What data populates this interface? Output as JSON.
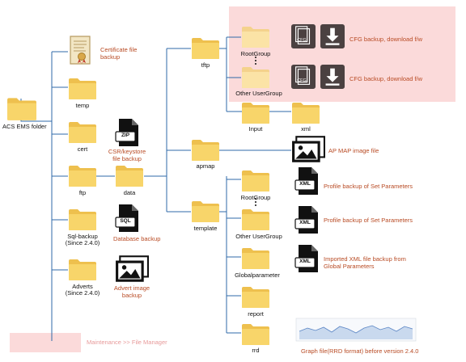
{
  "root": {
    "label": "ACS EMS folder"
  },
  "folders": {
    "certificate_note": "Certificate file\nbackup",
    "temp": "temp",
    "cert": "cert",
    "cert_note": "CSR/keystore\nfile backup",
    "ftp": "ftp",
    "data": "data",
    "sql_backup": "Sql-backup\n(Since 2.4.0)",
    "sql_note": "Database backup",
    "adverts": "Adverts\n(Since 2.4.0)",
    "adverts_note": "Advert image\nbackup",
    "tftp": "tftp",
    "rootgroup_tftp": "RootGroup",
    "otheruser_tftp": "Other UserGroup",
    "cfg_note_1": "CFG backup, download f/w",
    "cfg_note_2": "CFG backup, download f/w",
    "input": "Input",
    "xml": "xml",
    "apmap": "apmap",
    "apmap_note": "AP MAP image file",
    "template": "template",
    "rootgroup_tpl": "RootGroup",
    "rootgroup_tpl_note": "Profile backup of Set Parameters",
    "otheruser_tpl": "Other UserGroup",
    "otheruser_tpl_note": "Profile backup of Set Parameters",
    "globalparameter": "Globalparameter",
    "global_note": "Imported XML file backup from\nGlobal Parameters",
    "report": "report",
    "rrd": "rrd",
    "rrd_note": "Graph file(RRD format) before version 2.4.0"
  },
  "file_badges": {
    "zip": "ZIP",
    "sql": "SQL",
    "cfg": "CFG",
    "xml": "XML"
  },
  "breadcrumb": "Maintenance >> File Manager",
  "colors": {
    "folder": "#f8d56a",
    "folder_pale": "#fbe3a6",
    "connector": "#2f6aa8",
    "note": "#b84a23",
    "highlight": "#fbdada",
    "file_icon": "#111111",
    "cfg_box": "#4b4141"
  }
}
